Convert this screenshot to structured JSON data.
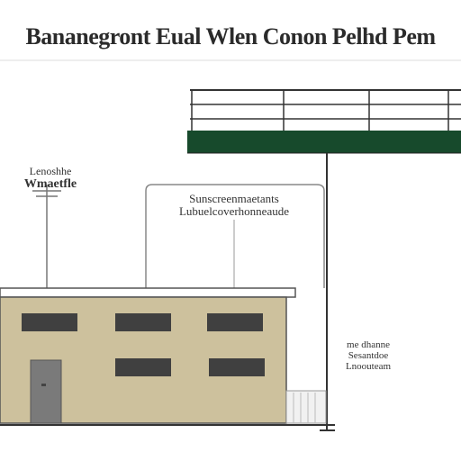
{
  "title": "Bananegront Eual Wlen Conon Pelhd Pem",
  "labels": {
    "antenna_line1": "Lenoshhe",
    "antenna_line2": "Wmaetfle",
    "sign_line1": "Sunscreenmaetants",
    "sign_line2": "Lubuelcoverhonneaude",
    "pole_line1": "me dhanne",
    "pole_line2": "Sesantdoe",
    "pole_line3": "Lnoouteam"
  },
  "colors": {
    "building_wall": "#cdc19d",
    "building_outline": "#555555",
    "window": "#404040",
    "door": "#7a7a7a",
    "canopy_band": "#174a2c",
    "line": "#333333",
    "gray_line": "#999999",
    "text": "#333333"
  }
}
